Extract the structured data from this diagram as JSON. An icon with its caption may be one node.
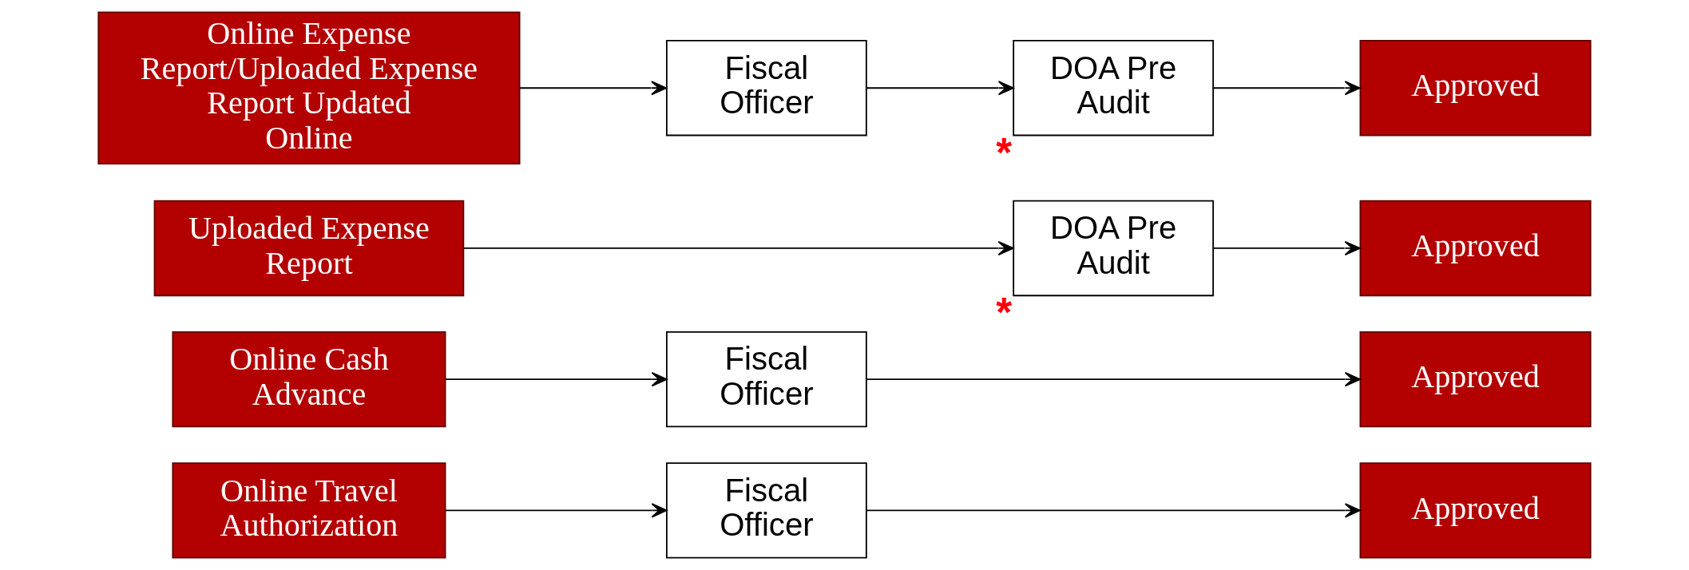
{
  "diagram": {
    "nodes": [
      {
        "text": [
          "Online Travel Authorization"
        ]
      },
      {
        "text": [
          "Fiscal Officer"
        ]
      },
      {
        "text": [
          "Approved"
        ]
      },
      {
        "text": [
          "Online Cash Advance"
        ]
      },
      {
        "text": [
          "Fiscal Officer"
        ]
      },
      {
        "text": [
          "Approved"
        ]
      },
      {
        "text": [
          "Uploaded Expense Report"
        ]
      },
      {
        "text": [
          "DOA Pre Audit"
        ],
        "beside": [
          "*"
        ]
      },
      {
        "text": [
          "Approved"
        ]
      },
      {
        "text": [
          "Online Expense Report/Uploaded Expense Report Updated Online"
        ]
      },
      {
        "text": [
          "Fiscal Officer"
        ]
      },
      {
        "text": [
          "DOA Pre Audit"
        ],
        "beside": [
          "*"
        ]
      },
      {
        "text": [
          "Approved"
        ]
      }
    ],
    "edges": [
      {
        "from": 0,
        "to": 1,
        "arrow": "to"
      },
      {
        "from": 1,
        "to": 2,
        "arrow": "to"
      },
      {
        "from": 3,
        "to": 4,
        "arrow": "to"
      },
      {
        "from": 4,
        "to": 5,
        "arrow": "to"
      },
      {
        "from": 6,
        "to": 7,
        "arrow": "to"
      },
      {
        "from": 7,
        "to": 8,
        "arrow": "to"
      },
      {
        "from": 9,
        "to": 10,
        "arrow": "to"
      },
      {
        "from": 10,
        "to": 11,
        "arrow": "to"
      },
      {
        "from": 11,
        "to": 12,
        "arrow": "to"
      }
    ]
  }
}
